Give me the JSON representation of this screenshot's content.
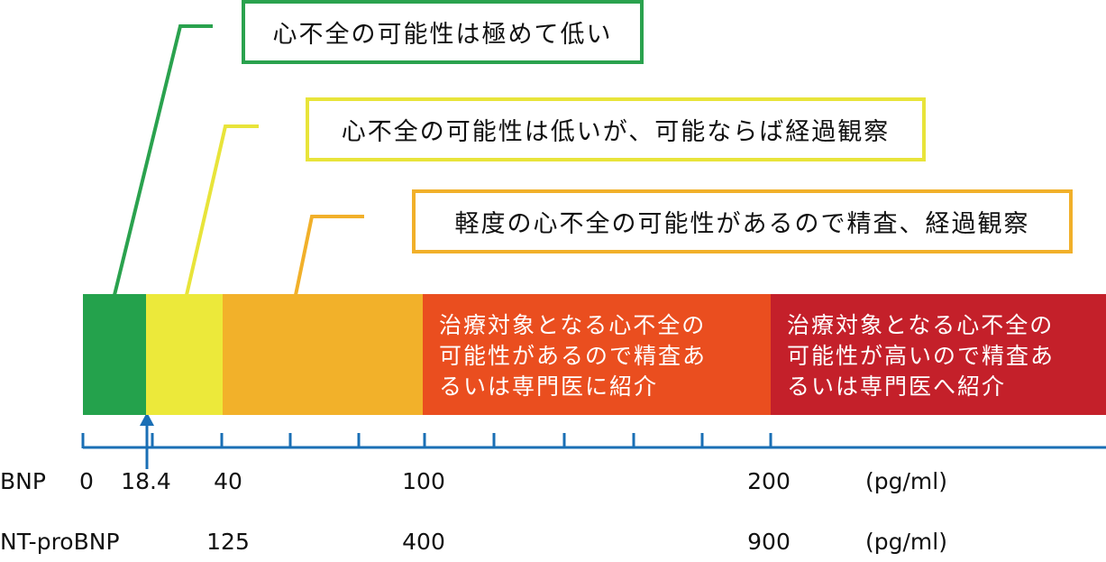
{
  "callouts": [
    {
      "text": "心不全の可能性は極めて低い",
      "color": "#2aa24e"
    },
    {
      "text": "心不全の可能性は低いが、可能ならば経過観察",
      "color": "#e8e43a"
    },
    {
      "text": "軽度の心不全の可能性があるので精査、経過観察",
      "color": "#f1b02a"
    }
  ],
  "bands": [
    {
      "color": "#24a24c",
      "text": ""
    },
    {
      "color": "#ece93a",
      "text": ""
    },
    {
      "color": "#f2b12a",
      "text": ""
    },
    {
      "color": "#ea4e1f",
      "text": "治療対象となる心不全の\n可能性があるので精査あ\nるいは専門医に紹介"
    },
    {
      "color": "#c4202a",
      "text": "治療対象となる心不全の\n可能性が高いので精査あ\nるいは専門医へ紹介"
    }
  ],
  "scales": {
    "bnp": {
      "label": "BNP",
      "unit": "(pg/ml)",
      "ticks": [
        "0",
        "18.4",
        "40",
        "100",
        "200"
      ]
    },
    "ntprobnp": {
      "label": "NT-proBNP",
      "unit": "(pg/ml)",
      "ticks": [
        "125",
        "400",
        "900"
      ]
    }
  },
  "marker": {
    "value": "18.4",
    "color": "#1a6fb5"
  },
  "axis_color": "#1a6fb5"
}
